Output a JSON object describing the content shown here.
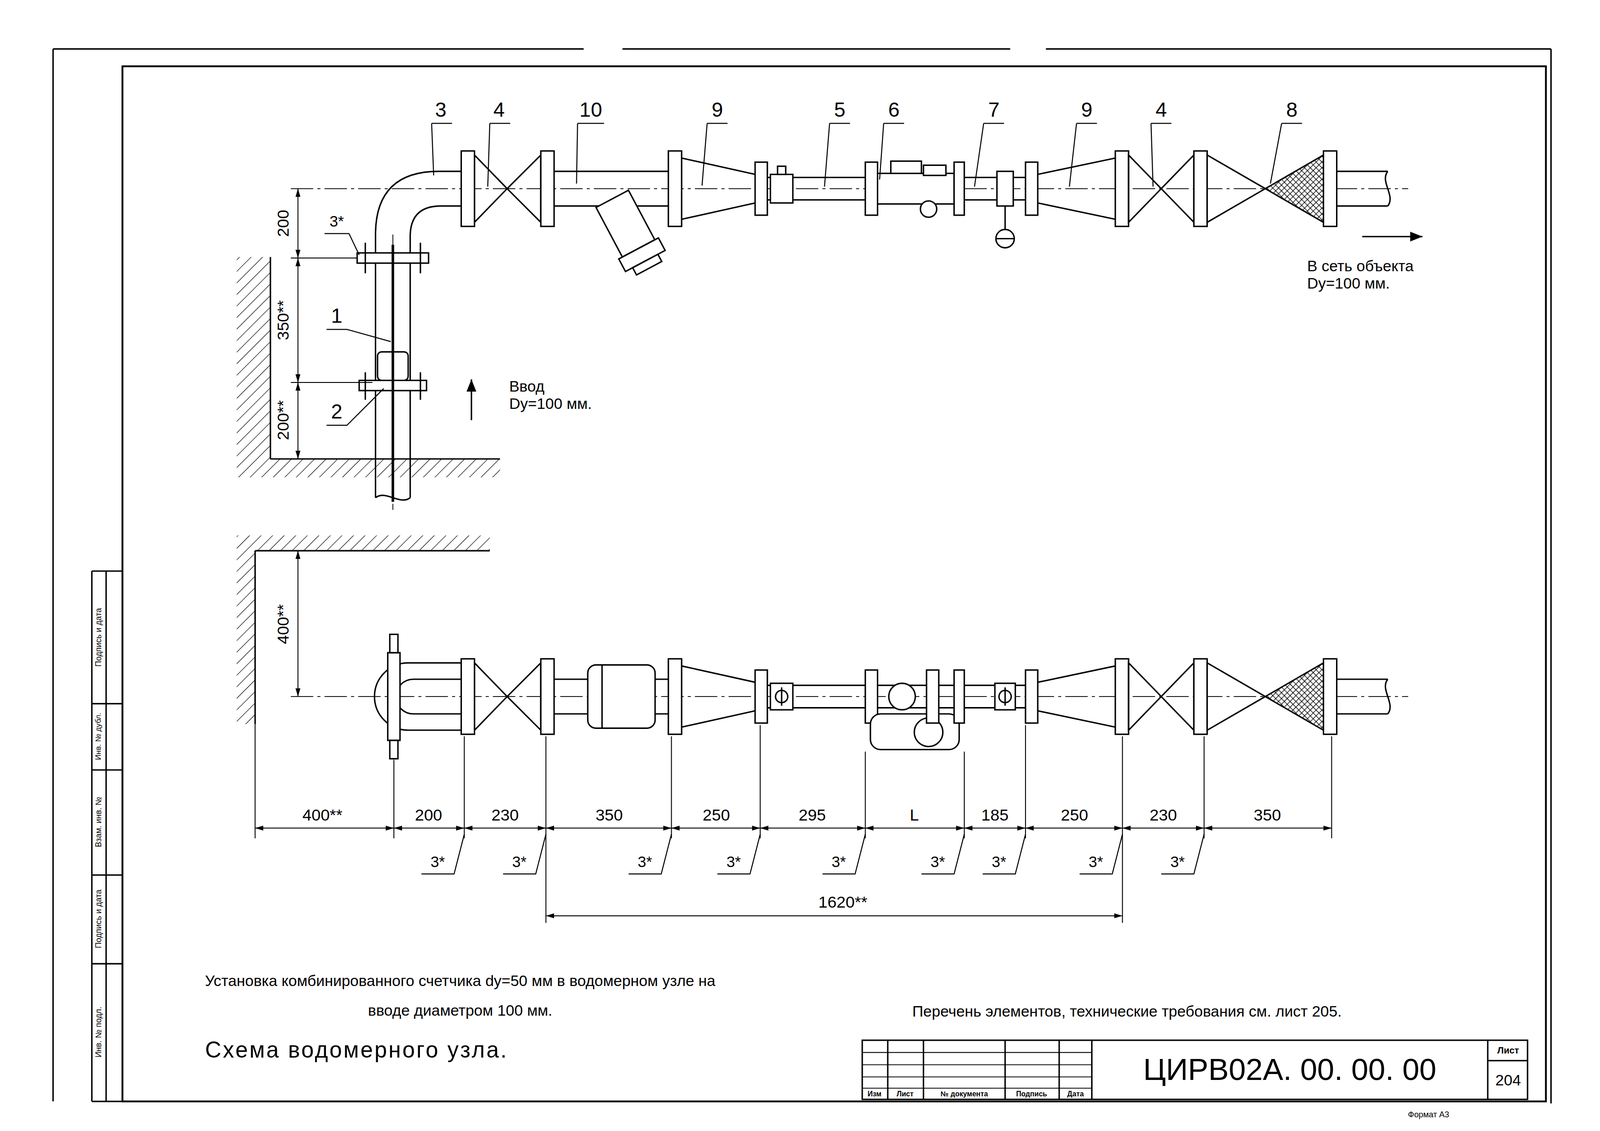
{
  "diagram": {
    "title": "Схема водомерного узла.",
    "caption": "Установка комбинированного счетчика dy=50 мм в водомерном узле на вводе диаметром 100 мм.",
    "labels": [
      "3",
      "4",
      "10",
      "9",
      "5",
      "6",
      "7",
      "9",
      "4",
      "8",
      "200",
      "3*",
      "350**",
      "1",
      "200**",
      "2",
      "Ввод Dy=100 мм.",
      "В сеть объекта Dy=100 мм.",
      "400**",
      "400**",
      "200",
      "230",
      "350",
      "250",
      "295",
      "L",
      "185",
      "250",
      "230",
      "350",
      "3*",
      "3*",
      "3*",
      "3*",
      "3*",
      "3*",
      "3*",
      "3*",
      "3*",
      "1620**",
      "Перечень элементов, технические требования см. лист 205.",
      "Изм",
      "Лист",
      "№ документа",
      "Подпись",
      "Дата",
      "ЦИРВ02А. 00. 00. 00",
      "Лист",
      "204",
      "Формат А3",
      "Подпись и дата",
      "Инв. № дубл.",
      "Взам. инв. №",
      "Подпись и дата",
      "Инв. № подл."
    ]
  }
}
